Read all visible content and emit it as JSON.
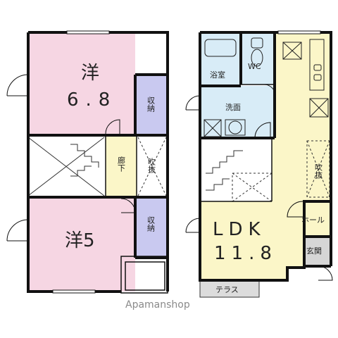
{
  "floor2": {
    "room_a_label": "洋",
    "room_a_size": "6.8",
    "room_b_label": "洋5",
    "closet_a": "収納",
    "closet_b": "収納",
    "corridor": "廊下",
    "void": "吹抜"
  },
  "floor1": {
    "bathroom": "浴室",
    "wc": "WC",
    "washroom": "洗面",
    "ldk_label": "LDK",
    "ldk_size": "11.8",
    "void": "吹抜",
    "hall": "ホール",
    "entrance": "玄関",
    "terrace": "テラス"
  },
  "watermark": "Apamanshop",
  "colors": {
    "pink_room": "#f6d6e3",
    "yellow_room": "#fbf6c8",
    "blue_room": "#d8ecf7",
    "closet": "#c9c9f0",
    "hall_gray": "#d6d6d6",
    "wall": "#111111"
  }
}
